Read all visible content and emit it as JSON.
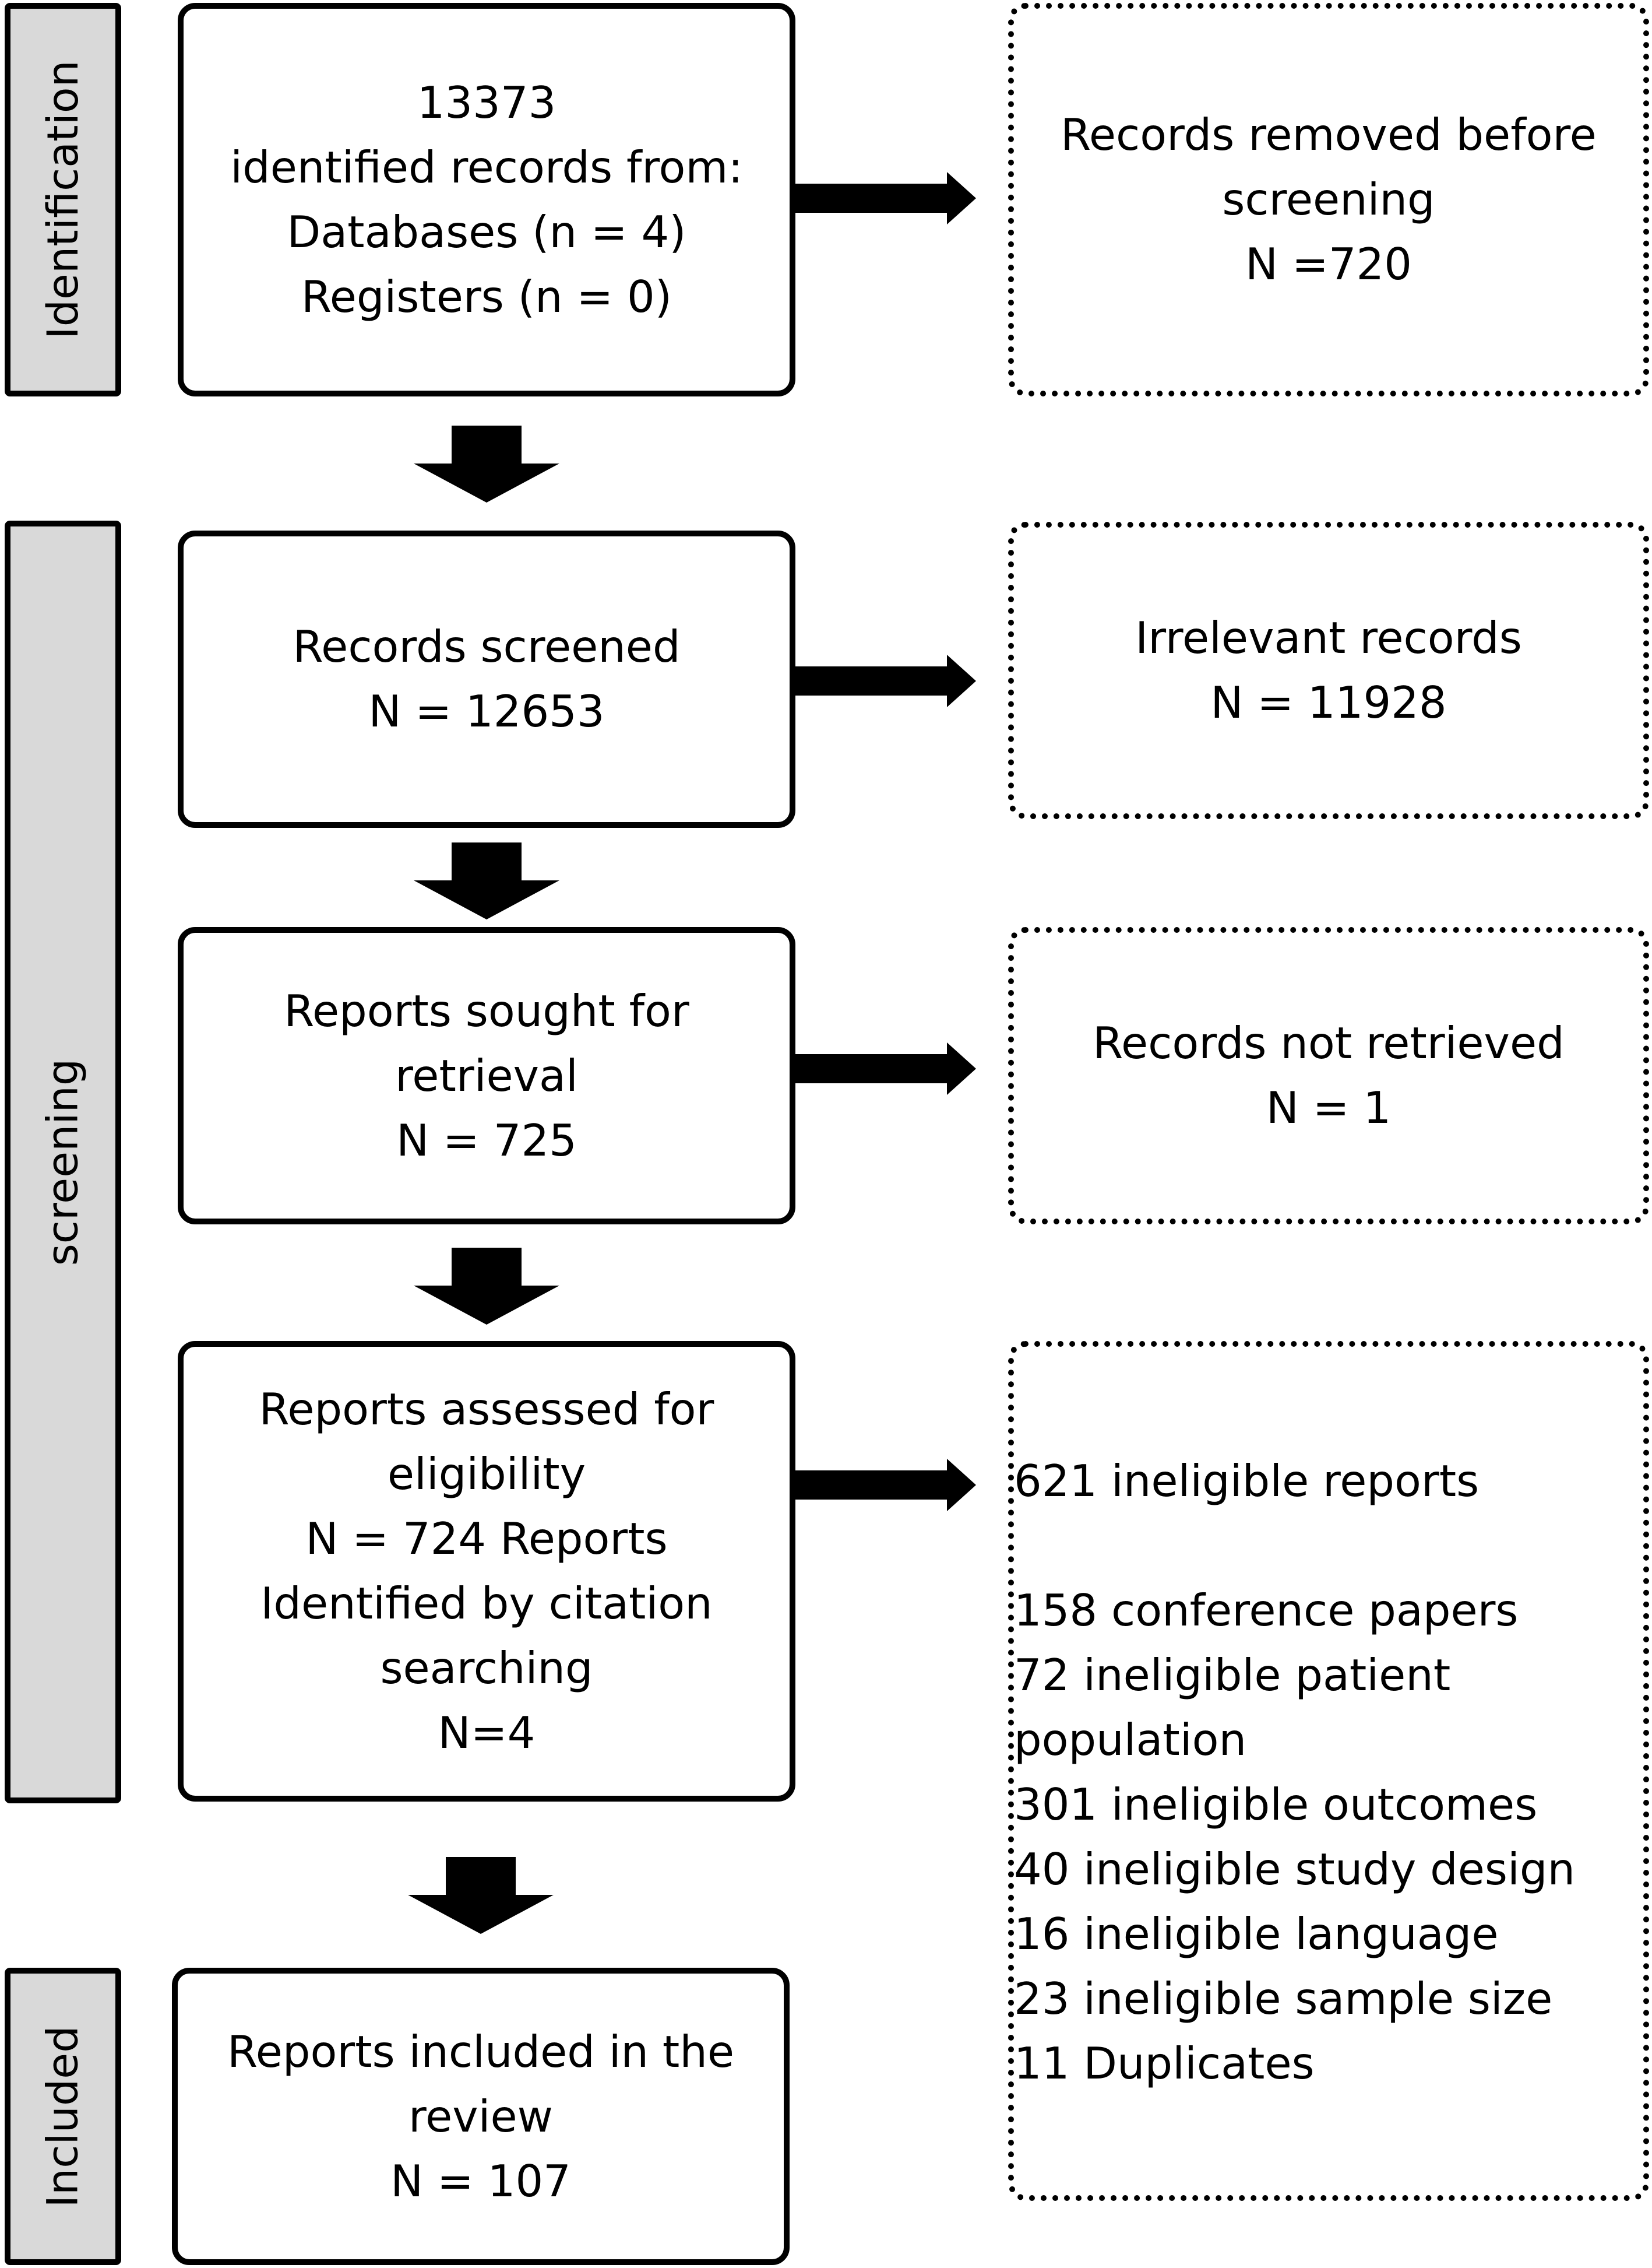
{
  "phases": {
    "identification": "Identification",
    "screening": "screening",
    "included": "Included"
  },
  "boxes": {
    "identified": [
      "13373",
      "identified records from:",
      "Databases (n = 4)",
      "Registers (n = 0)"
    ],
    "removed": [
      "Records removed before",
      "screening",
      "N =720"
    ],
    "screened": [
      "Records screened",
      "N = 12653"
    ],
    "irrelevant": [
      "Irrelevant records",
      "N = 11928"
    ],
    "sought": [
      "Reports sought for",
      "retrieval",
      "N = 725"
    ],
    "not_retrieved": [
      "Records not retrieved",
      "N = 1"
    ],
    "assessed": [
      "Reports assessed for",
      "eligibility",
      "N = 724 Reports",
      "Identified by citation",
      "searching",
      "N=4"
    ],
    "ineligible": {
      "header": "621 ineligible reports",
      "items": [
        "158 conference papers",
        "72 ineligible patient",
        "population",
        "301 ineligible outcomes",
        "40 ineligible study design",
        "16 ineligible language",
        "23 ineligible sample size",
        "11 Duplicates"
      ]
    },
    "included": [
      "Reports included in the",
      "review",
      "N = 107"
    ]
  }
}
